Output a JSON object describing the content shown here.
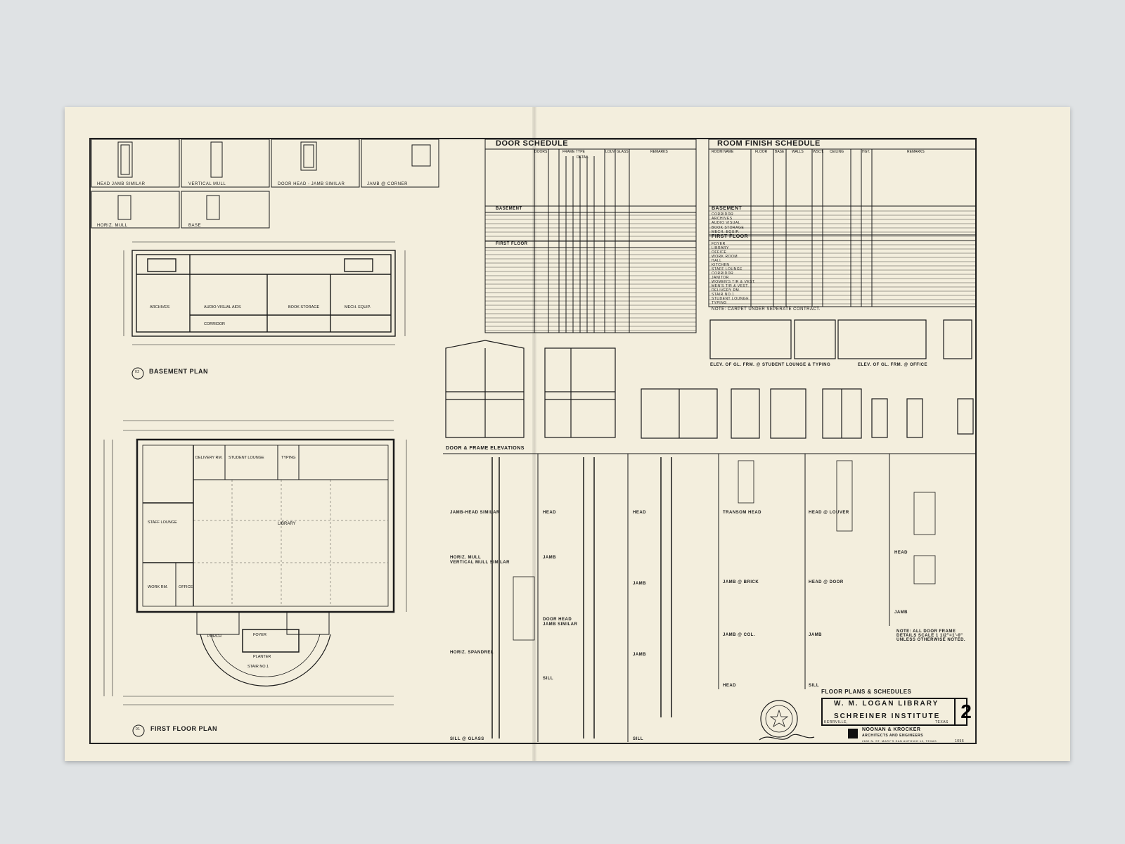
{
  "titles": {
    "door_schedule": "DOOR SCHEDULE",
    "room_finish_schedule": "ROOM FINISH SCHEDULE",
    "basement_plan": "BASEMENT PLAN",
    "first_floor_plan": "FIRST FLOOR PLAN",
    "door_frame_elevations": "DOOR & FRAME ELEVATIONS",
    "elev_student_lounge": "ELEV. OF GL. FRM. @ STUDENT LOUNGE & TYPING",
    "elev_office": "ELEV. OF GL. FRM. @ OFFICE"
  },
  "plan_numbers": {
    "basement": "02",
    "first_floor": "01"
  },
  "top_details": [
    "HEAD JAMB SIMILAR",
    "VERTICAL MULL",
    "DOOR HEAD - JAMB SIMILAR",
    "JAMB @ CORNER",
    "HORIZ. MULL",
    "BASE"
  ],
  "door_schedule": {
    "columns": [
      "DOORS",
      "FRAME TYPE",
      "DETAIL",
      "LOUV.",
      "GLASS",
      "REMARKS"
    ],
    "sections": [
      "BASEMENT",
      "FIRST FLOOR"
    ]
  },
  "room_finish": {
    "columns": [
      "ROOM NAME",
      "FLOOR",
      "BASE",
      "WALLS",
      "WSCT.",
      "CEILING",
      "HGT.",
      "REMARKS"
    ],
    "basement_rooms": [
      "CORRIDOR",
      "ARCHIVES",
      "AUDIO VISUAL",
      "BOOK STORAGE",
      "MECH. EQUIP."
    ],
    "first_floor_rooms": [
      "FOYER",
      "LIBRARY",
      "OFFICE",
      "WORK ROOM",
      "HALL",
      "KITCHEN",
      "STAFF LOUNGE",
      "CORRIDOR",
      "JANITOR",
      "WOMEN'S T/R & VEST.",
      "MEN'S T/R & VEST.",
      "DELIVERY RM.",
      "STAIR NO.1",
      "STUDENT LOUNGE",
      "TYPING"
    ],
    "note": "NOTE: CARPET UNDER SEPERATE CONTRACT."
  },
  "basement_rooms": [
    "AUDIO-VISUAL AIDS",
    "BOOK STORAGE",
    "MECH. EQUIP.",
    "CORRIDOR",
    "ARCHIVES"
  ],
  "first_floor_rooms": [
    "LIBRARY",
    "STAFF LOUNGE",
    "WORK RM.",
    "OFFICE",
    "FOYER",
    "STUDENT LOUNGE",
    "TYPING",
    "DELIVERY RM.",
    "PORCH",
    "PLANTER",
    "STAIR NO.1"
  ],
  "section_details": [
    "JAMB-HEAD SIMILAR",
    "HORIZ. MULL",
    "VERTICAL MULL SIMILAR",
    "HORIZ. SPANDREL",
    "SILL @ GLASS",
    "HEAD",
    "JAMB",
    "DOOR HEAD",
    "JAMB SIMILAR",
    "SILL",
    "HEAD",
    "JAMB",
    "JAMB",
    "SILL",
    "TRANSOM HEAD",
    "JAMB @ BRICK",
    "JAMB @ COL.",
    "HEAD",
    "HEAD @ LOUVER",
    "HEAD @ DOOR",
    "JAMB",
    "SILL",
    "HEAD",
    "JAMB"
  ],
  "general_note": "NOTE: ALL DOOR FRAME DETAILS SCALE 1 1/2\"=1'-0\" UNLESS OTHERWISE NOTED.",
  "title_block": {
    "heading": "FLOOR PLANS & SCHEDULES",
    "project": "W. M. LOGAN LIBRARY",
    "client": "SCHREINER INSTITUTE",
    "location_left": "KERRVILLE,",
    "location_right": "TEXAS",
    "sheet_number": "2",
    "firm": "NOONAN & KROCKER",
    "firm_sub": "ARCHITECTS AND ENGINEERS",
    "firm_addr": "2632 N. ST. MARY'S   SAN ANTONIO 12, TEXAS",
    "job_no": "1056"
  },
  "colors": {
    "paper": "#f3eedd",
    "ink": "#1a1a1a",
    "background": "#dfe2e4"
  }
}
